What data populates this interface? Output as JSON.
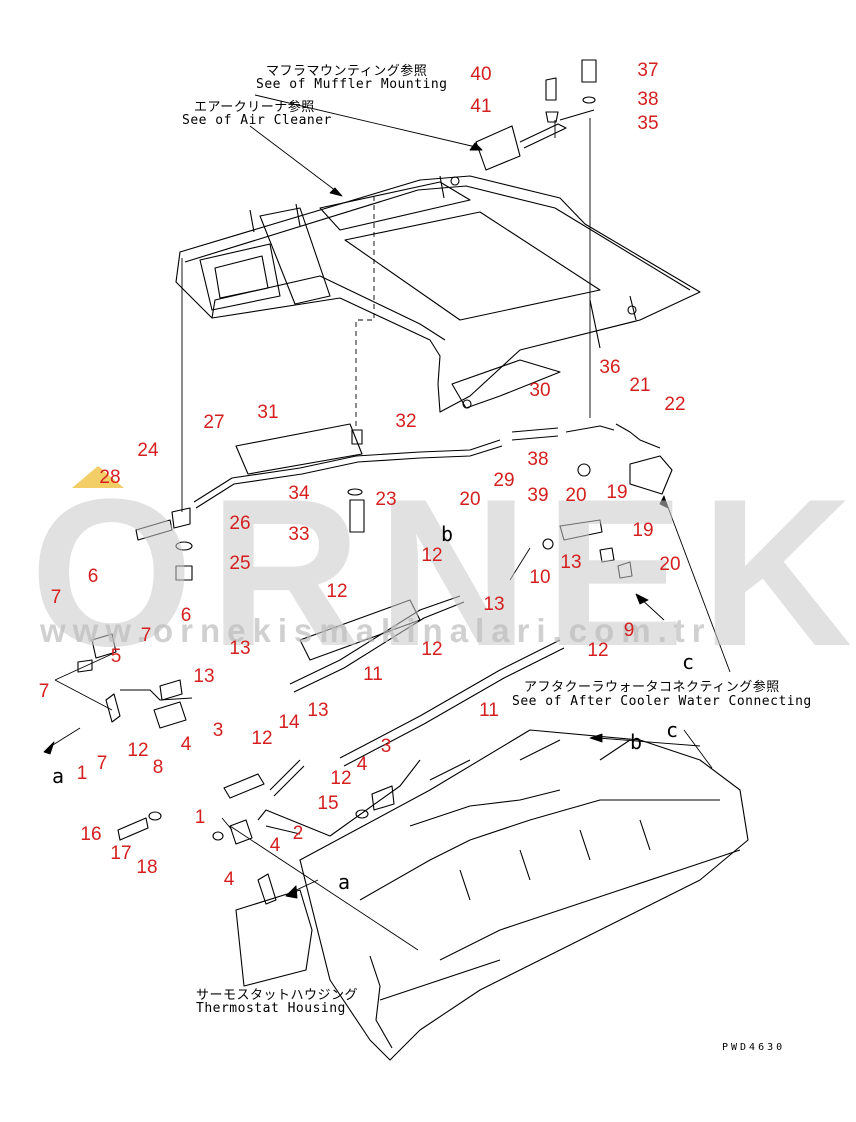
{
  "watermark": {
    "logo": "ORNEK",
    "url": "www.ornekismakinalari.com.tr",
    "logo_color": "#c9c9c9",
    "accent_color": "#f0c040"
  },
  "references": {
    "muffler_jp": "マフラマウンティング参照",
    "muffler_en": "See of Muffler Mounting",
    "aircleaner_jp": "エアークリーナ参照",
    "aircleaner_en": "See of Air Cleaner",
    "aftercooler_jp": "アフタクーラウォータコネクティング参照",
    "aftercooler_en": "See of After Cooler Water Connecting",
    "thermostat_jp": "サーモスタットハウジング",
    "thermostat_en": "Thermostat Housing"
  },
  "drawing_code": "PWD4630",
  "callout_color": "#d51f1f",
  "part_numbers": [
    "40",
    "37",
    "41",
    "38",
    "35",
    "30",
    "36",
    "21",
    "22",
    "27",
    "31",
    "32",
    "24",
    "38",
    "29",
    "39",
    "20",
    "19",
    "28",
    "34",
    "23",
    "33",
    "26",
    "20",
    "19",
    "25",
    "12",
    "10",
    "13",
    "20",
    "6",
    "12",
    "7",
    "13",
    "9",
    "12",
    "7",
    "6",
    "13",
    "12",
    "11",
    "5",
    "11",
    "7",
    "13",
    "12",
    "3",
    "1",
    "7",
    "12",
    "8",
    "4",
    "14",
    "13",
    "3",
    "12",
    "4",
    "15",
    "16",
    "1",
    "17",
    "2",
    "4",
    "18",
    "4"
  ],
  "letters": [
    "b",
    "c",
    "a",
    "b",
    "c",
    "a"
  ]
}
